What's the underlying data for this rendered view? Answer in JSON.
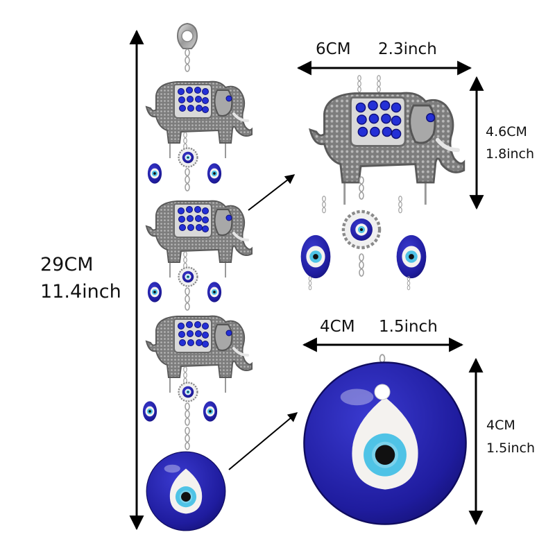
{
  "dimensions": {
    "total_length_cm": "29CM",
    "total_length_inch": "11.4inch",
    "elephant_width_cm": "6CM",
    "elephant_width_inch": "2.3inch",
    "elephant_height_cm": "4.6CM",
    "elephant_height_inch": "1.8inch",
    "eye_width_cm": "4CM",
    "eye_width_inch": "1.5inch",
    "eye_height_cm": "4CM",
    "eye_height_inch": "1.5inch"
  },
  "colors": {
    "cobalt_blue": "#1f1c9e",
    "deep_blue": "#17147a",
    "silver": "#8e8e8e",
    "dark_silver": "#5f5f5f",
    "light_blue": "#4fc3e6",
    "white_glass": "#f4f2ef",
    "arrow": "#000000"
  }
}
